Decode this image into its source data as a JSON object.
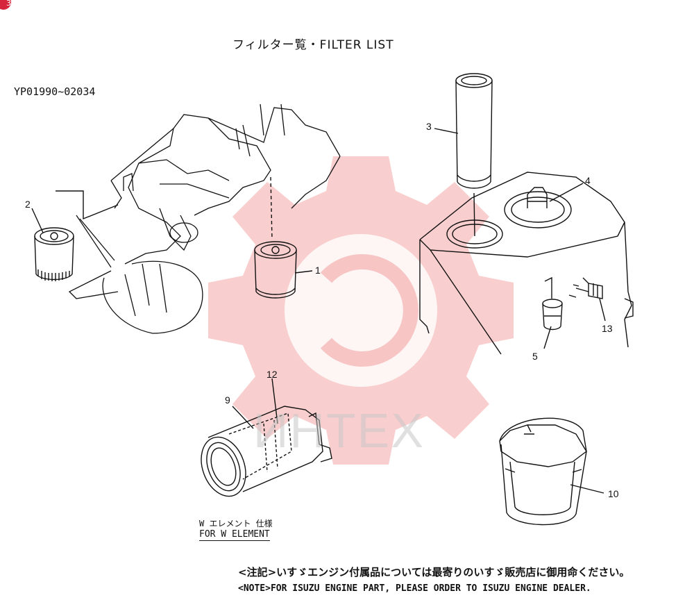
{
  "title": "フィルター覧・FILTER LIST",
  "serial_range": "YP01990~02034",
  "callouts": {
    "c1": "1",
    "c2": "2",
    "c3": "3",
    "c4": "4",
    "c5": "5",
    "c9": "9",
    "c10": "10",
    "c12": "12",
    "c13": "13"
  },
  "w_element": {
    "jp": "W エレメント 仕様",
    "en": "FOR W ELEMENT"
  },
  "note": {
    "jp": "<注記>いすゞエンジン付属品については最寄りのいすゞ販売店に御用命ください。",
    "en": "<NOTE>FOR ISUZU ENGINE PART, PLEASE ORDER TO ISUZU ENGINE DEALER."
  },
  "watermark": {
    "text": "ИНТЕХ",
    "color": "#f4a5a5"
  },
  "badge": {
    "text": "3",
    "color": "#d6263d"
  }
}
